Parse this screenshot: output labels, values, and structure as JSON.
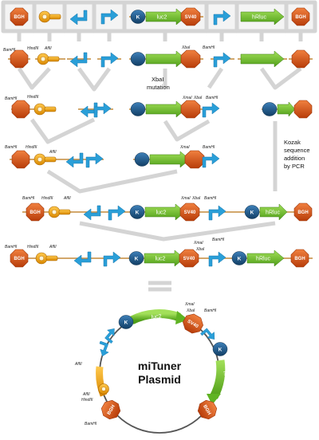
{
  "parts": {
    "bgh": "BGH",
    "sv40": "SV40",
    "kozak": "K",
    "luc2": "luc2",
    "hrluc": "hRluc"
  },
  "sites": {
    "bamhi": "BamHI",
    "hindiii": "HindIII",
    "aflii": "AflII",
    "xbai": "XbaI",
    "xmai": "XmaI"
  },
  "notes": {
    "xbai_mutation_line1": "XbaI",
    "xbai_mutation_line2": "mutation",
    "kozak_line1": "Kozak",
    "kozak_line2": "sequence",
    "kozak_line3": "addition",
    "kozak_line4": "by PCR"
  },
  "plasmid": {
    "title_line1": "miTuner",
    "title_line2": "Plasmid"
  },
  "colors": {
    "bgh": "#d9541a",
    "aflii_element": "#f2a31b",
    "arrow_blue": "#2a9fd8",
    "kozak": "#1c5d8f",
    "gene_green": "#6cc22b",
    "connector_gray": "#d4d4d4",
    "backbone": "#555555"
  }
}
